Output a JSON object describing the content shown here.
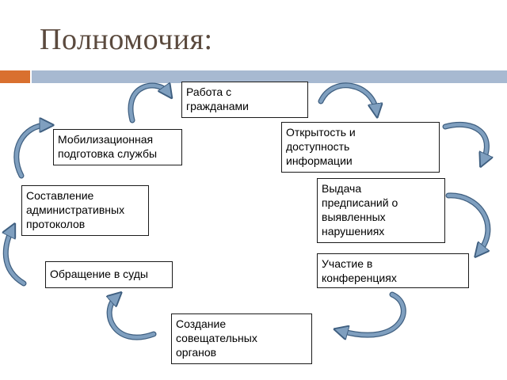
{
  "slide": {
    "title": "Полномочия:"
  },
  "boxes": {
    "b1": "Работа с\nгражданами",
    "b2": "Открытость и\nдоступность\nинформации",
    "b3": "Выдача\nпредписаний о\nвыявленных\nнарушениях",
    "b4": "Участие в\nконференциях",
    "b5": "Создание\nсовещательных\nорганов",
    "b6": "Обращение в суды",
    "b7": "Составление\nадминистративных\nпротоколов",
    "b8": "Мобилизационная\nподготовка службы"
  },
  "colors": {
    "accent_orange": "#d9702f",
    "accent_blue": "#a7b9d1",
    "arrow_fill": "#7f9fbf",
    "arrow_stroke": "#3f5f80",
    "title_color": "#5b4a3e"
  }
}
